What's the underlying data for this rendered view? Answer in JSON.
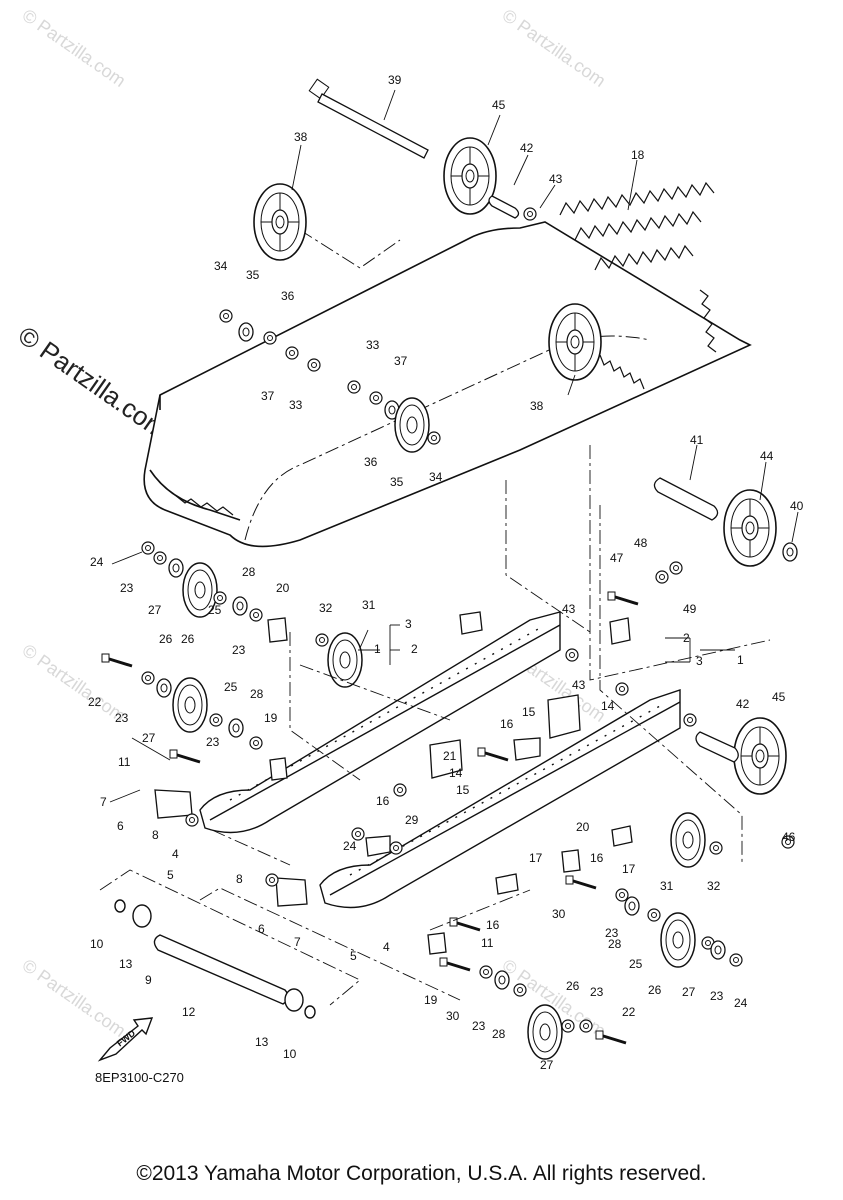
{
  "watermark": {
    "small": "© Partzilla.com",
    "large": "© Partzilla.com"
  },
  "fwd_label": "FWD",
  "diagram_code": "8EP3100-C270",
  "copyright": "©2013 Yamaha Motor Corporation, U.S.A. All rights reserved.",
  "callouts": [
    "39",
    "45",
    "42",
    "43",
    "18",
    "38",
    "34",
    "35",
    "36",
    "37",
    "33",
    "33",
    "37",
    "36",
    "35",
    "34",
    "38",
    "41",
    "44",
    "40",
    "47",
    "48",
    "49",
    "24",
    "23",
    "27",
    "26",
    "28",
    "20",
    "25",
    "23",
    "32",
    "31",
    "3",
    "2",
    "1",
    "43",
    "2",
    "3",
    "1",
    "22",
    "26",
    "23",
    "27",
    "25",
    "28",
    "23",
    "19",
    "11",
    "43",
    "45",
    "42",
    "46",
    "15",
    "14",
    "16",
    "21",
    "14",
    "15",
    "7",
    "6",
    "8",
    "4",
    "5",
    "16",
    "24",
    "29",
    "20",
    "16",
    "17",
    "31",
    "32",
    "8",
    "6",
    "7",
    "5",
    "4",
    "17",
    "16",
    "11",
    "30",
    "23",
    "28",
    "25",
    "26",
    "27",
    "23",
    "24",
    "10",
    "13",
    "9",
    "12",
    "13",
    "10",
    "19",
    "30",
    "23",
    "28",
    "26",
    "27",
    "23",
    "22"
  ],
  "colors": {
    "line": "#111111",
    "watermark": "#d8d8d8",
    "background": "#ffffff"
  }
}
